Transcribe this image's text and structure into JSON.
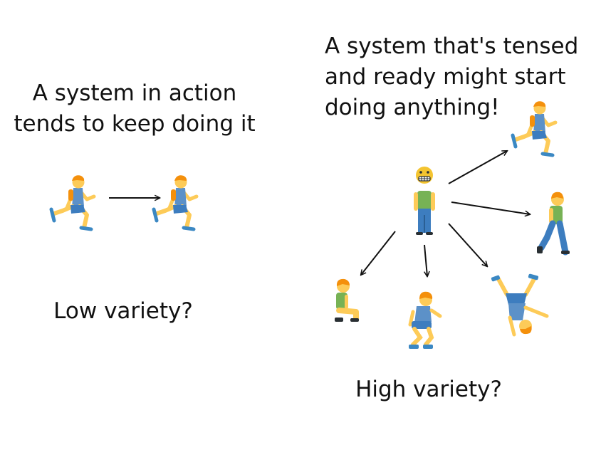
{
  "left": {
    "title_line1": "A system in action",
    "title_line2": "tends to keep doing it",
    "label": "Low variety?"
  },
  "right": {
    "title_line1": "A system that's tensed",
    "title_line2": "and ready might start",
    "title_line3": "doing anything!",
    "label": "High variety?"
  },
  "colors": {
    "skin": "#fdcb58",
    "hair": "#f4900c",
    "shirt_blue": "#5c91c8",
    "shirt_green": "#77b255",
    "pants": "#3d7dbf",
    "shoe": "#3b88c3",
    "arrow": "#111111"
  }
}
